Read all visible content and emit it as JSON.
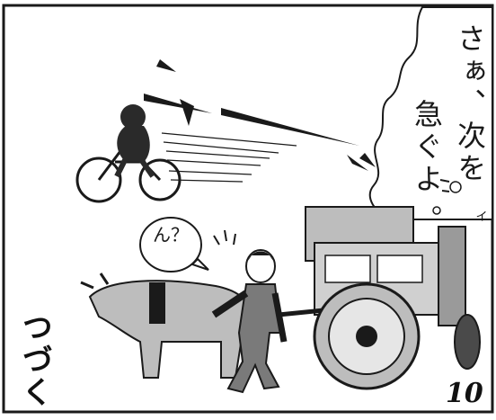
{
  "panel": {
    "speech_line_1": "さぁ、次を",
    "speech_line_2": "急ぐよ",
    "farmer_reaction": "ん？",
    "marker": "イ",
    "to_be_continued": "つづく",
    "page_number": "10"
  },
  "colors": {
    "ink": "#1a1a1a",
    "paper": "#ffffff",
    "tone": "#bdbdbd",
    "tone_dark": "#7a7a7a"
  },
  "icons": {
    "bicycle": "bicycle-icon",
    "ox": "ox-icon",
    "cart": "cart-icon"
  }
}
